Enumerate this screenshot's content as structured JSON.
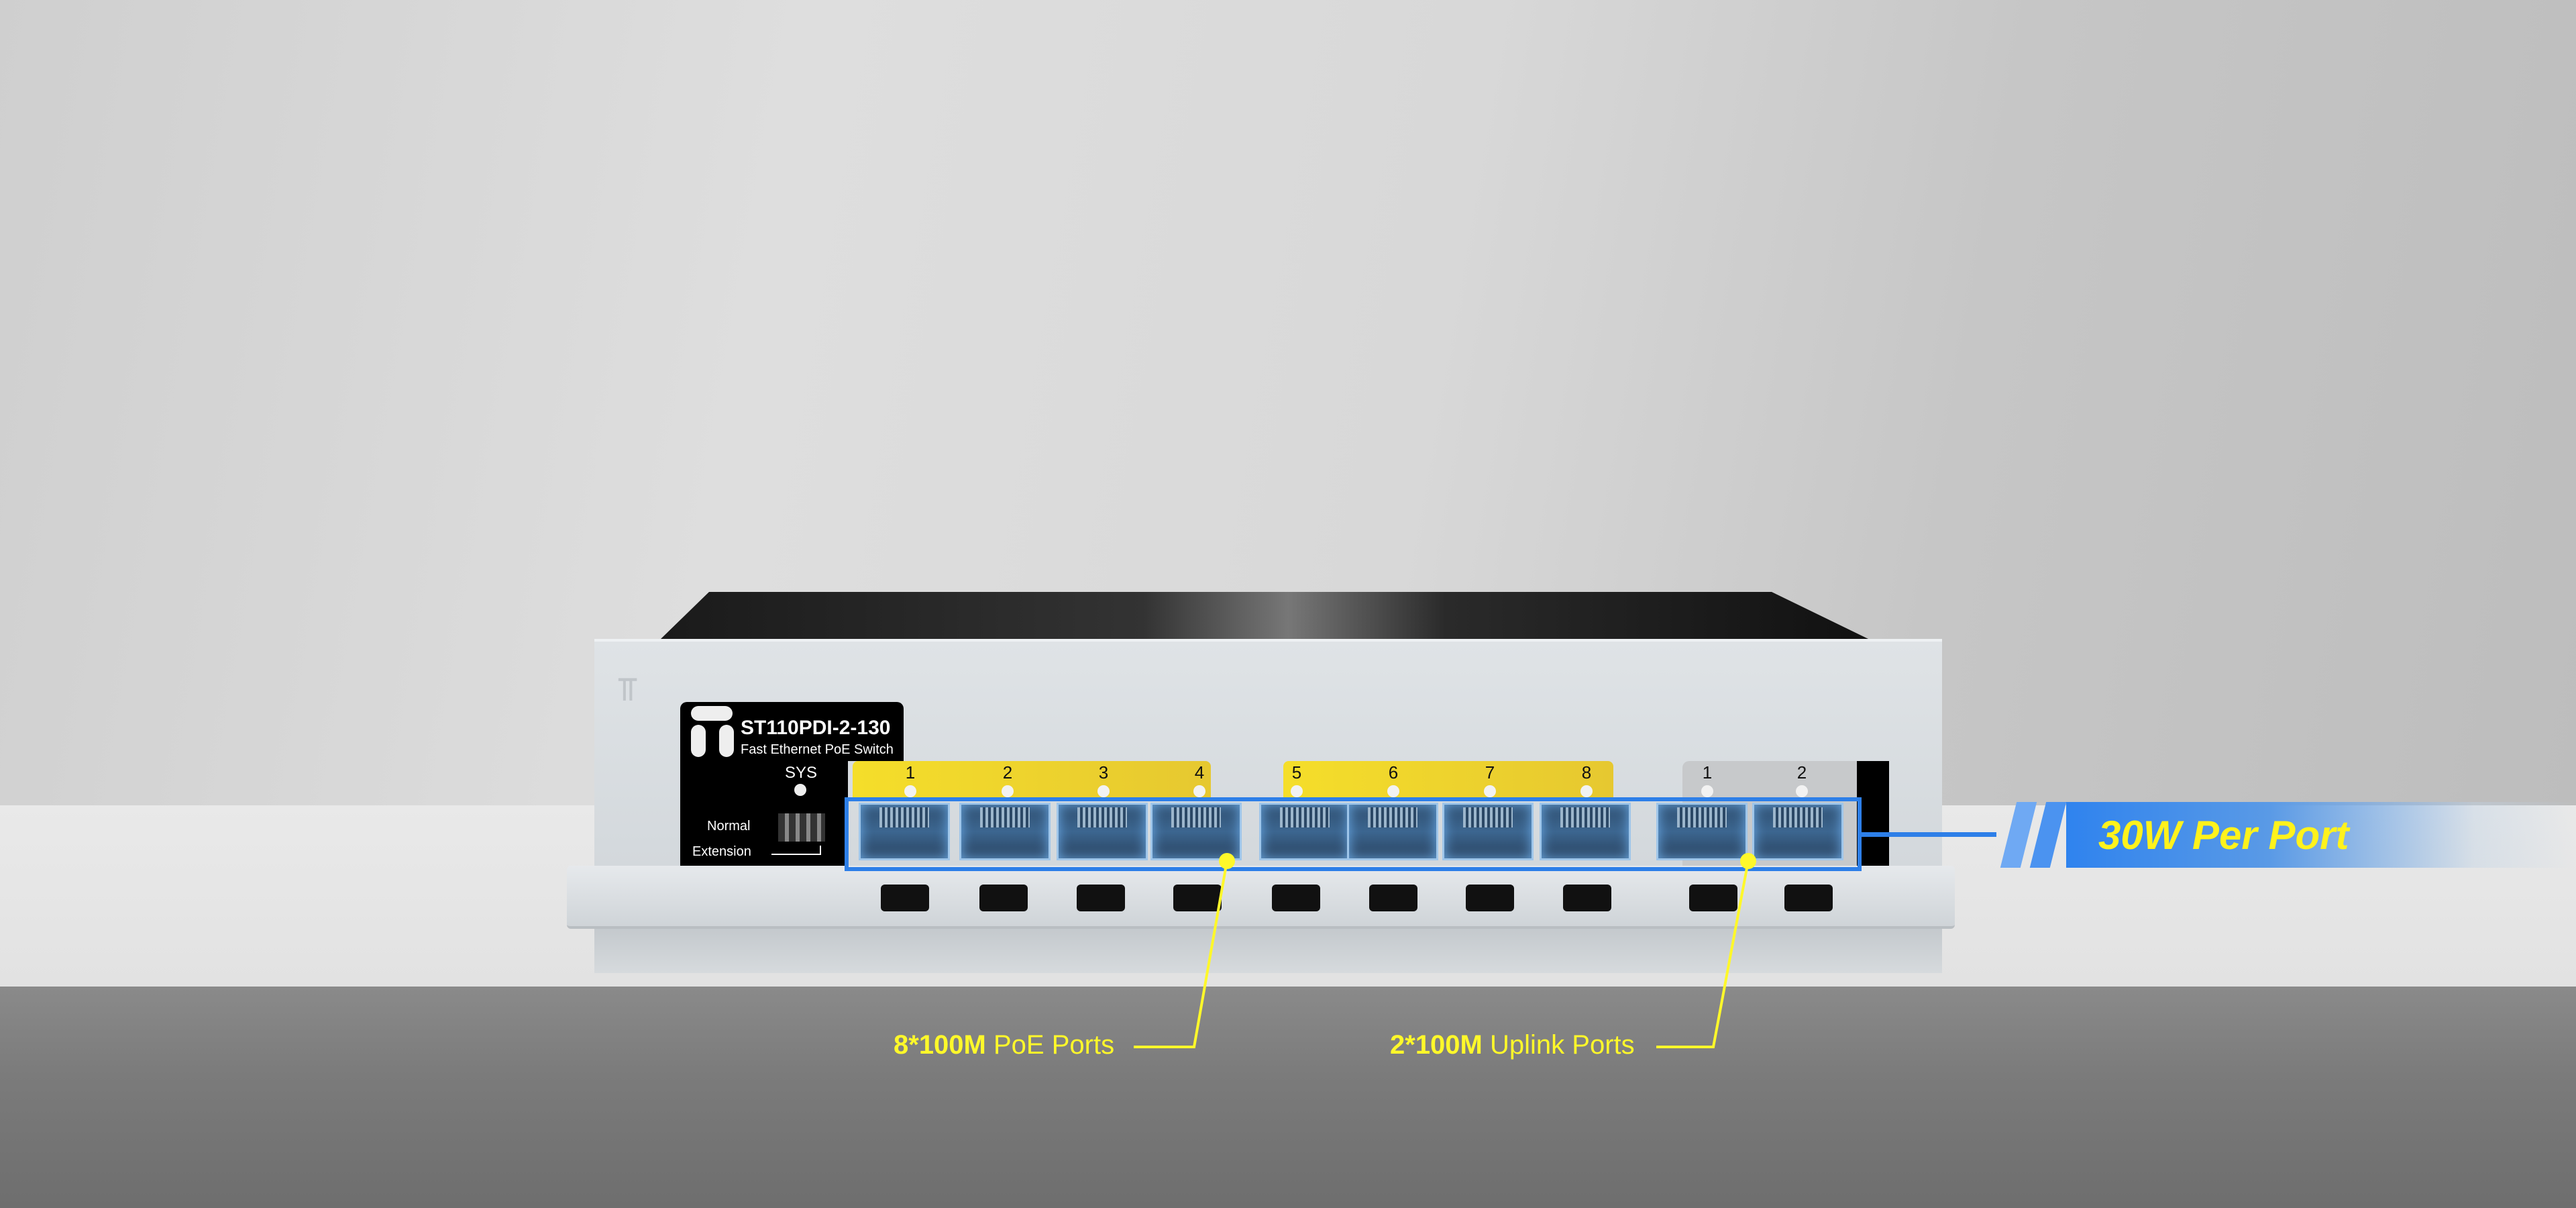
{
  "product": {
    "model": "ST110PDI-2-130",
    "subtitle": "Fast Ethernet PoE Switch",
    "sys_label": "SYS",
    "mode_switch": {
      "normal_label": "Normal",
      "extension_label": "Extension"
    }
  },
  "ports": {
    "poe": [
      "1",
      "2",
      "3",
      "4",
      "5",
      "6",
      "7",
      "8"
    ],
    "uplink": [
      "1",
      "2"
    ]
  },
  "callouts": {
    "power": "30W Per Port",
    "poe_ports": {
      "bold": "8*100M",
      "text": "PoE Ports"
    },
    "uplink_ports": {
      "bold": "2*100M",
      "text": "Uplink Ports"
    }
  },
  "colors": {
    "accent_blue": "#2d7fe8",
    "callout_yellow": "#fff82a",
    "poe_bar": "#f5de2a"
  }
}
